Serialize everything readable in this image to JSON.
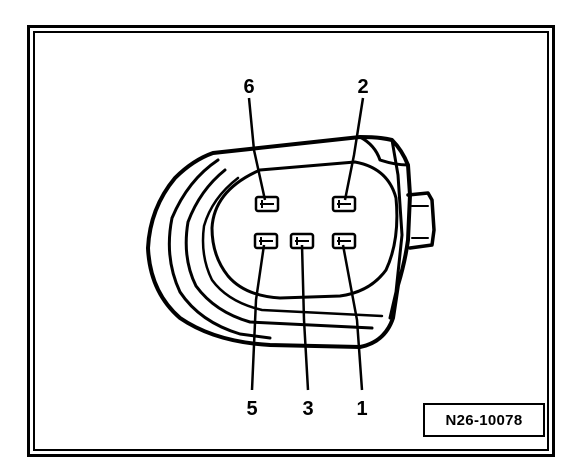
{
  "diagram": {
    "pins_top": [
      "6",
      "2"
    ],
    "pins_bottom": [
      "5",
      "3",
      "1"
    ],
    "reference_code": "N26-10078"
  }
}
